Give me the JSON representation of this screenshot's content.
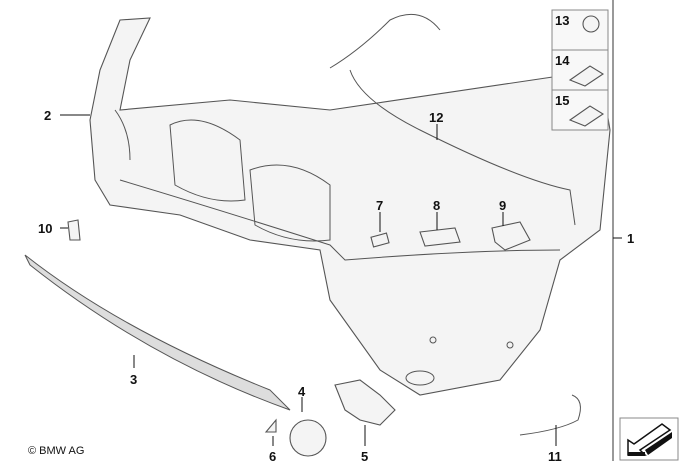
{
  "diagram": {
    "copyright": "© BMW AG",
    "callouts": {
      "p1": "1",
      "p2": "2",
      "p3": "3",
      "p4": "4",
      "p5": "5",
      "p6": "6",
      "p7": "7",
      "p8": "8",
      "p9": "9",
      "p10": "10",
      "p11": "11",
      "p12": "12",
      "p13": "13",
      "p14": "14",
      "p15": "15"
    },
    "parts_box": [
      "13",
      "14",
      "15"
    ],
    "nav_icon": "arrow-next-icon"
  }
}
